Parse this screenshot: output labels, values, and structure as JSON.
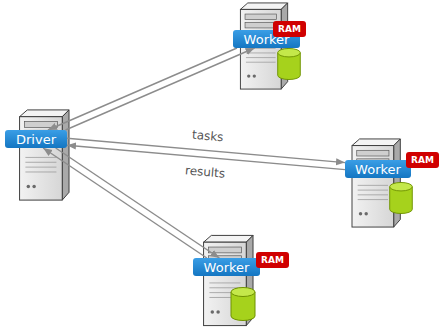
{
  "diagram": {
    "nodes": [
      {
        "text": [
          "Worker"
        ]
      },
      {
        "text": [
          "RAM"
        ],
        "in": 0
      },
      {
        "text": [
          "Driver"
        ]
      },
      {
        "text": [
          "Worker"
        ]
      },
      {
        "text": [
          "RAM"
        ],
        "in": 3
      },
      {
        "text": [
          "Worker"
        ]
      },
      {
        "text": [
          "RAM"
        ],
        "in": 5
      }
    ],
    "edges": [
      {
        "from": 2,
        "to": 0,
        "arrow": "to"
      },
      {
        "from": 0,
        "to": 2,
        "arrow": "to"
      },
      {
        "from": 2,
        "to": 3,
        "label": "tasks",
        "arrow": "to"
      },
      {
        "from": 3,
        "to": 2,
        "label": "results",
        "arrow": "to"
      },
      {
        "from": 2,
        "to": 5,
        "arrow": "to"
      },
      {
        "from": 5,
        "to": 2,
        "arrow": "to"
      }
    ]
  }
}
